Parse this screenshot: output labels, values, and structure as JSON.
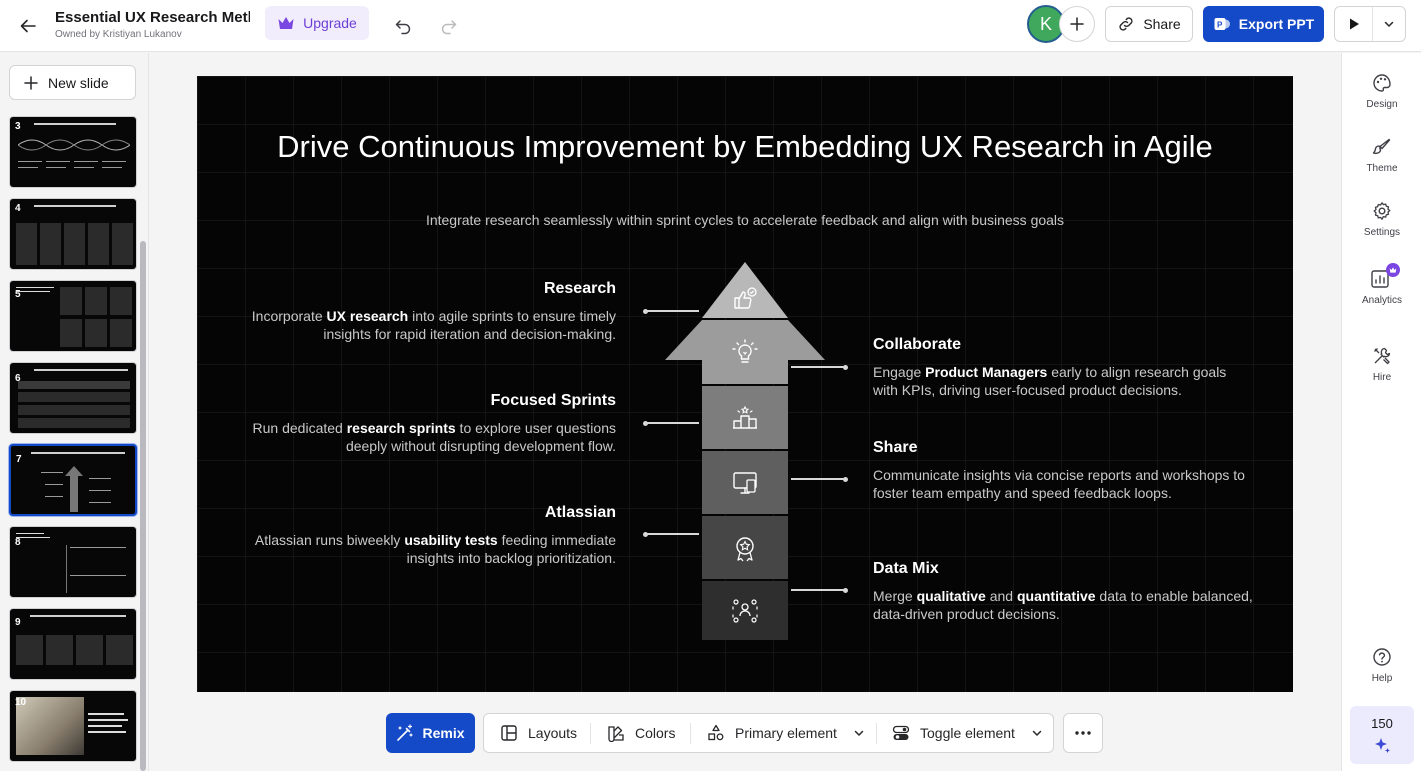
{
  "header": {
    "doc_title": "Essential UX Research Meth...",
    "owner": "Owned by Kristiyan Lukanov",
    "upgrade_label": "Upgrade",
    "avatar_initial": "K",
    "share_label": "Share",
    "export_label": "Export PPT"
  },
  "sidebar": {
    "new_slide_label": "New slide",
    "slides": [
      {
        "number": "3",
        "active": false
      },
      {
        "number": "4",
        "active": false
      },
      {
        "number": "5",
        "active": false
      },
      {
        "number": "6",
        "active": false
      },
      {
        "number": "7",
        "active": true
      },
      {
        "number": "8",
        "active": false
      },
      {
        "number": "9",
        "active": false
      },
      {
        "number": "10",
        "active": false
      }
    ]
  },
  "slide": {
    "title": "Drive Continuous Improvement by Embedding UX Research in Agile",
    "subtitle": "Integrate research seamlessly within sprint cycles to accelerate feedback and align with business goals",
    "items": [
      {
        "title": "Research",
        "text": [
          "Incorporate ",
          "UX research",
          " into agile sprints to ensure timely insights for rapid iteration and decision-making."
        ]
      },
      {
        "title": "Collaborate",
        "text": [
          "Engage ",
          "Product Managers",
          " early to align research goals with KPIs, driving user-focused product decisions."
        ]
      },
      {
        "title": "Focused Sprints",
        "text": [
          "Run dedicated ",
          "research sprints",
          " to explore user questions deeply without disrupting development flow."
        ]
      },
      {
        "title": "Share",
        "text": [
          "Communicate insights via concise reports and workshops to foster team empathy and speed feedback loops."
        ]
      },
      {
        "title": "Atlassian",
        "text": [
          "Atlassian runs biweekly ",
          "usability tests",
          " feeding immediate insights into backlog prioritization."
        ]
      },
      {
        "title": "Data Mix",
        "text": [
          "Merge ",
          "qualitative",
          " and ",
          "quantitative",
          " data to enable balanced, data-driven product decisions."
        ]
      }
    ],
    "arrow_icons": [
      "thumbs-up-check-icon",
      "lightbulb-icon",
      "podium-icon",
      "monitor-icon",
      "award-badge-icon",
      "team-network-icon"
    ],
    "arrow_colors": [
      "#b8b8b8",
      "#9c9c9c",
      "#7d7d7d",
      "#5f5f5f",
      "#464646",
      "#2e2e2e"
    ]
  },
  "toolbar": {
    "remix_label": "Remix",
    "layouts_label": "Layouts",
    "colors_label": "Colors",
    "primary_label": "Primary element",
    "toggle_label": "Toggle element"
  },
  "rail": {
    "design_label": "Design",
    "theme_label": "Theme",
    "settings_label": "Settings",
    "analytics_label": "Analytics",
    "hire_label": "Hire",
    "help_label": "Help",
    "credits": "150"
  },
  "colors": {
    "accent": "#1449c7",
    "upgrade": "#6d3fd6",
    "avatar": "#3fa85c"
  }
}
